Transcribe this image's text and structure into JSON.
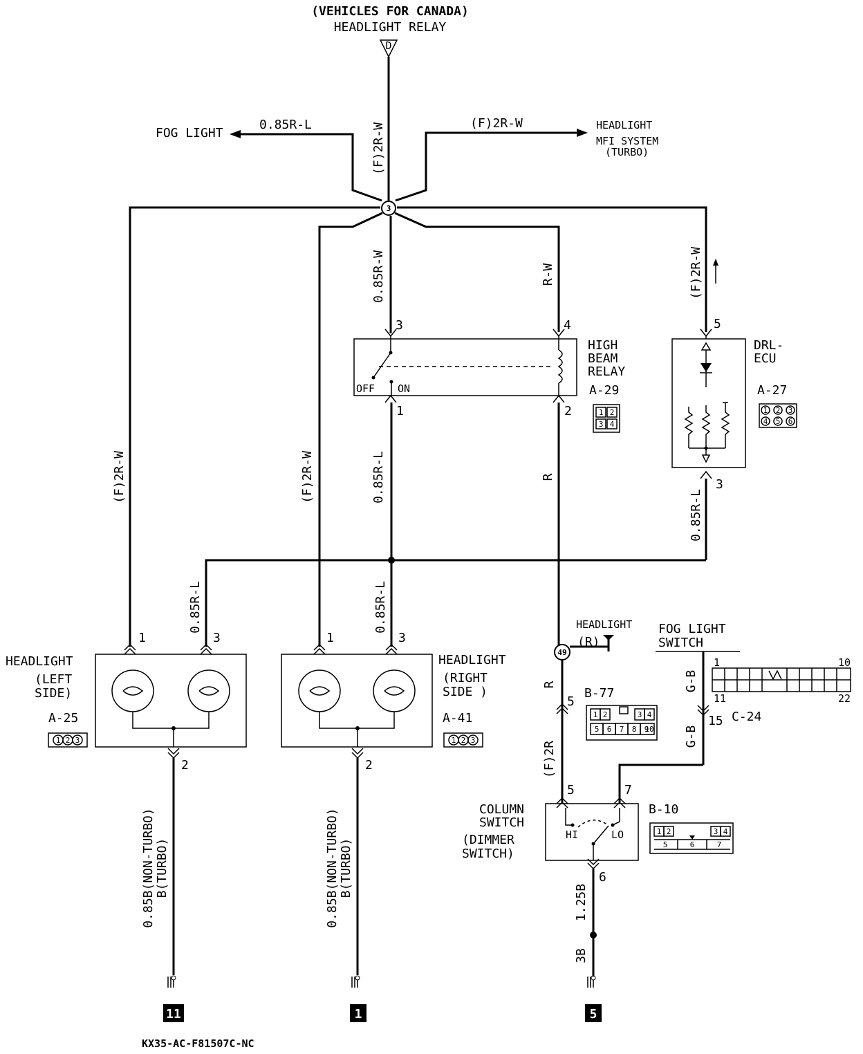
{
  "header": {
    "title": "(VEHICLES FOR CANADA)",
    "subtitle": "HEADLIGHT RELAY",
    "source_marker": "D"
  },
  "top_branches": {
    "fog_light": "FOG LIGHT",
    "fog_wire": "0.85R-L",
    "main_wire": "(F)2R-W",
    "right_wire": "(F)2R-W",
    "right_dest_1": "HEADLIGHT",
    "right_dest_2": "MFI SYSTEM",
    "right_dest_3": "(TURBO)"
  },
  "junction_top": "3",
  "wires": {
    "left_outer": "(F)2R-W",
    "left_inner": "(F)2R-W",
    "relay_in": "0.85R-W",
    "relay_coil_in": "R-W",
    "drl_in": "(F)2R-W",
    "relay_out": "0.85R-L",
    "coil_out": "R",
    "drl_out": "0.85R-L",
    "hl_left_3": "0.85R-L",
    "hl_right_3": "0.85R-L",
    "r_below": "R",
    "f2r": "(F)2R",
    "gb_upper": "G-B",
    "gb_lower": "G-B",
    "ground_left_1": "0.85B(NON-TURBO)",
    "ground_left_2": "B(TURBO)",
    "ground_mid_1": "0.85B(NON-TURBO)",
    "ground_mid_2": "B(TURBO)",
    "col_ground": "1.25B",
    "col_ground_2": "3B"
  },
  "high_beam_relay": {
    "name_1": "HIGH",
    "name_2": "BEAM",
    "name_3": "RELAY",
    "connector": "A-29",
    "off": "OFF",
    "on": "ON",
    "pins": [
      "3",
      "4",
      "1",
      "2"
    ],
    "connector_cells": [
      "1",
      "2",
      "3",
      "4"
    ]
  },
  "drl_ecu": {
    "name_1": "DRL-",
    "name_2": "ECU",
    "connector": "A-27",
    "pins": [
      "5",
      "3"
    ],
    "connector_cells": [
      "1",
      "2",
      "3",
      "4",
      "5",
      "6"
    ]
  },
  "headlight_left": {
    "name_1": "HEADLIGHT",
    "name_2": "(LEFT",
    "name_3": "SIDE)",
    "connector": "A-25",
    "pins": [
      "1",
      "3",
      "2"
    ],
    "connector_cells": [
      "1",
      "2",
      "3"
    ]
  },
  "headlight_right": {
    "name_1": "HEADLIGHT",
    "name_2": "(RIGHT",
    "name_3": "SIDE )",
    "connector": "A-41",
    "pins": [
      "1",
      "3",
      "2"
    ],
    "connector_cells": [
      "1",
      "2",
      "3"
    ]
  },
  "junction_49": {
    "id": "49",
    "label_1": "HEADLIGHT",
    "label_2": "(R)"
  },
  "b77": {
    "connector": "B-77",
    "pin": "5",
    "cells": [
      "1",
      "2",
      "3",
      "4",
      "5",
      "6",
      "7",
      "8",
      "9",
      "10"
    ]
  },
  "fog_switch": {
    "name_1": "FOG LIGHT",
    "name_2": "SWITCH",
    "connector": "C-24",
    "pin": "15",
    "corner_1": "1",
    "corner_10": "10",
    "corner_11": "11",
    "corner_22": "22"
  },
  "column_switch": {
    "name_1": "COLUMN",
    "name_2": "SWITCH",
    "name_3": "(DIMMER",
    "name_4": "SWITCH)",
    "connector": "B-10",
    "hi": "HI",
    "lo": "LO",
    "pins": [
      "5",
      "7",
      "6"
    ],
    "cells": [
      "1",
      "2",
      "3",
      "4",
      "5",
      "6",
      "7"
    ]
  },
  "grounds": [
    "11",
    "1",
    "5"
  ],
  "footer_code": "KX35-AC-F81507C-NC"
}
